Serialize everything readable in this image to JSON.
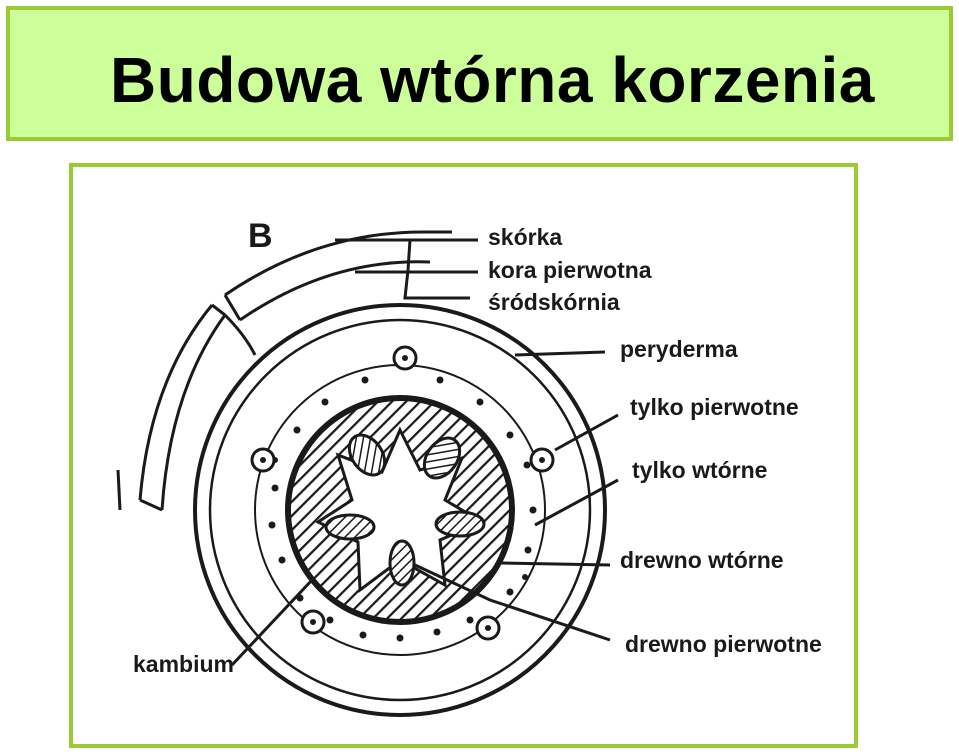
{
  "title": "Budowa wtórna korzenia",
  "figure": {
    "panel_letter": "B",
    "labels": {
      "skorka": "skórka",
      "kora": "kora pierwotna",
      "srodskornia": "śródskórnia",
      "peryderma": "peryderma",
      "tylko_pierwotne": "tylko pierwotne",
      "tylko_wtorne": "tylko wtórne",
      "drewno_wtorne": "drewno wtórne",
      "drewno_pierwotne": "drewno pierwotne",
      "kambium": "kambium"
    }
  },
  "colors": {
    "title_bg": "#ccff99",
    "border": "#99cc33",
    "ink": "#1a1a1a"
  }
}
